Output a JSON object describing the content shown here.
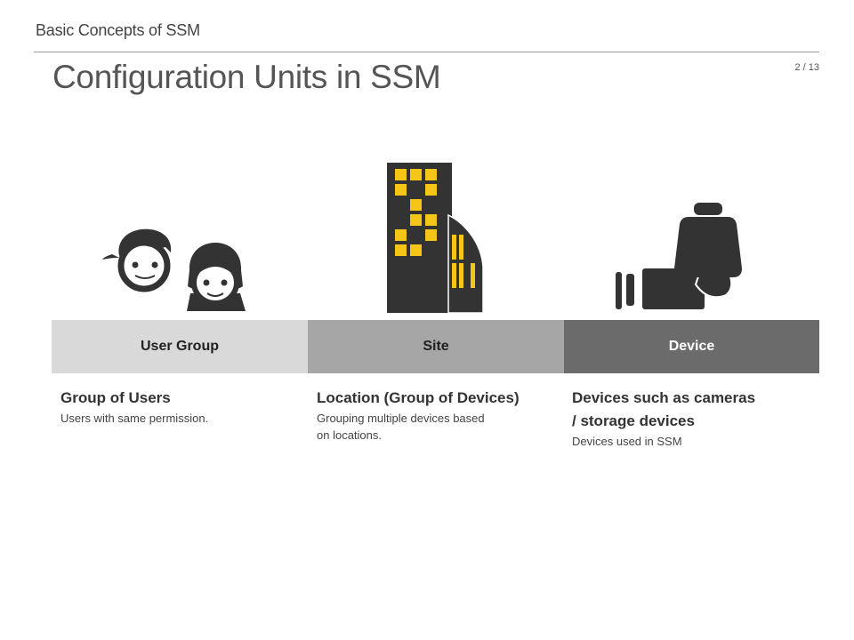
{
  "header": {
    "section_label": "Basic Concepts of SSM",
    "title": "Configuration Units in SSM",
    "page_number": "2 / 13"
  },
  "icons": {
    "user_group": "two-users-icon",
    "site": "building-icon",
    "device": "camera-storage-device-icon"
  },
  "colors": {
    "band_user_group": "#d9d9d9",
    "band_site": "#a6a6a6",
    "band_device": "#6b6b6b",
    "icon_dark": "#333333",
    "window_yellow": "#f5c518"
  },
  "units": [
    {
      "label": "User Group",
      "title": "Group of Users",
      "body": "Users with same permission."
    },
    {
      "label": "Site",
      "title": "Location (Group of Devices)",
      "body": "Grouping multiple devices based\non locations."
    },
    {
      "label": "Device",
      "title": "Devices such as cameras\n/ storage devices",
      "body": "Devices used in SSM"
    }
  ]
}
